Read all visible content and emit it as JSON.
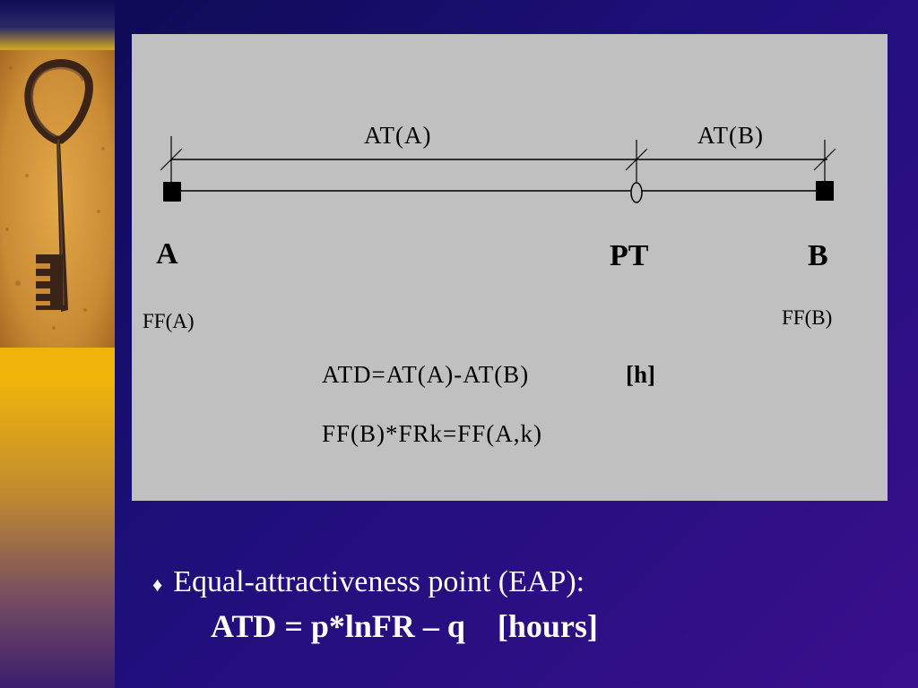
{
  "diagram": {
    "labels": {
      "at_a": "AT(A)",
      "at_b": "AT(B)",
      "node_a": "A",
      "node_pt": "PT",
      "node_b": "B",
      "ff_a": "FF(A)",
      "ff_b": "FF(B)",
      "formula_atd": "ATD=AT(A)-AT(B)",
      "formula_atd_unit": "[h]",
      "formula_ff": "FF(B)*FRk=FF(A,k)"
    }
  },
  "bullet": {
    "marker": "♦",
    "text": "Equal-attractiveness point (EAP):",
    "formula": "ATD = p*lnFR – q    [hours]"
  },
  "colors": {
    "background": "#1d0f7a",
    "panel": "#c0c0c0",
    "text": "#ffffff"
  }
}
